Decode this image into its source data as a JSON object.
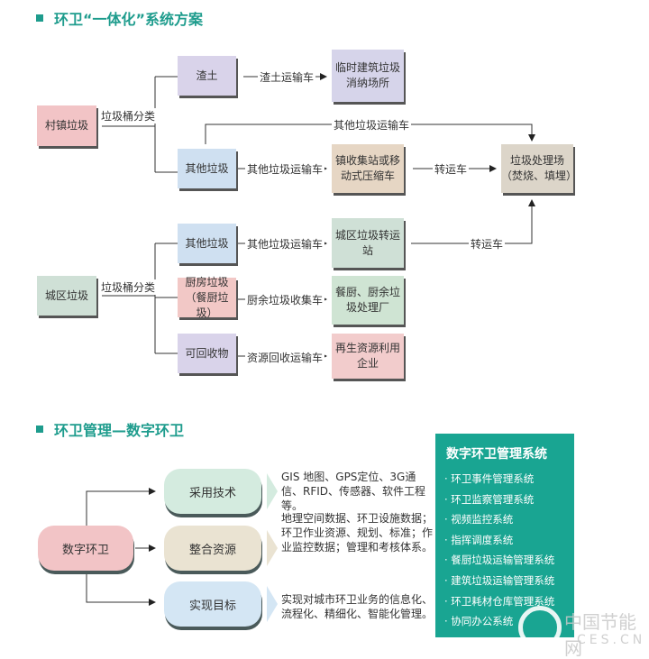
{
  "section1": {
    "title": "环卫“一体化”系统方案",
    "village_waste": "村镇垃圾",
    "city_waste": "城区垃圾",
    "sort_label_1": "垃圾桶分类",
    "sort_label_2": "垃圾桶分类",
    "muck": "渣土",
    "muck_truck": "渣土运输车",
    "temp_site": "临时建筑垃圾消纳场所",
    "other_waste_v": "其他垃圾",
    "other_truck_v": "其他垃圾运输车",
    "other_truck_top": "其他垃圾运输车",
    "collect_station": "镇收集站或移动式压缩车",
    "transfer_1": "转运车",
    "treatment_plant": "垃圾处理场（焚烧、填埋）",
    "other_waste_c": "其他垃圾",
    "other_truck_c": "其他垃圾运输车",
    "city_transfer": "城区垃圾转运站",
    "transfer_2": "转运车",
    "kitchen_waste": "厨房垃圾（餐厨垃圾）",
    "kitchen_truck": "厨余垃圾收集车",
    "kitchen_plant": "餐厨、厨余垃圾处理厂",
    "recyclable": "可回收物",
    "recycle_truck": "资源回收运输车",
    "recycle_company": "再生资源利用企业"
  },
  "section2": {
    "title": "环卫管理—数字环卫",
    "root": "数字环卫",
    "branches": [
      {
        "label": "采用技术",
        "desc": "GIS 地图、GPS定位、3G通信、RFID、传感器、软件工程等。"
      },
      {
        "label": "整合资源",
        "desc": "地理空间数据、环卫设施数据；环卫作业资源、规划、标准；作业监控数据；管理和考核体系。"
      },
      {
        "label": "实现目标",
        "desc": "实现对城市环卫业务的信息化、流程化、精细化、智能化管理。"
      }
    ],
    "panel_title": "数字环卫管理系统",
    "systems": [
      "· 环卫事件管理系统",
      "· 环卫监察管理系统",
      "· 视频监控系统",
      "· 指挥调度系统",
      "· 餐厨垃圾运输管理系统",
      "· 建筑垃圾运输管理系统",
      "· 环卫耗材仓库管理系统",
      "· 协同办公系统"
    ]
  },
  "watermark": {
    "cn": "中国节能网",
    "en": "CES.CN"
  }
}
